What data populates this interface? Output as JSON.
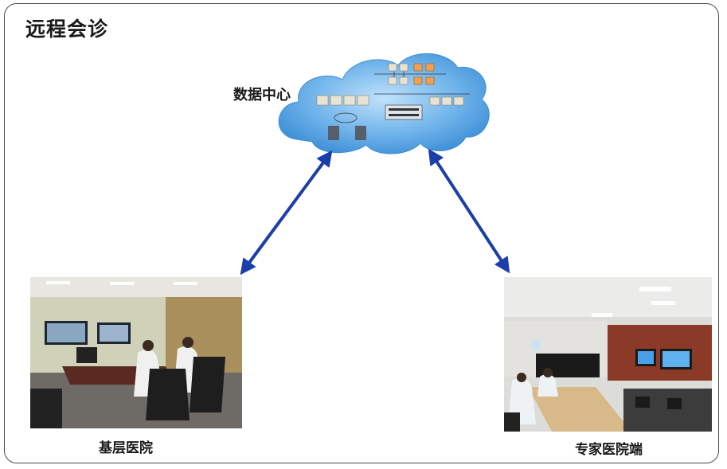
{
  "title": "远程会诊",
  "data_center": {
    "label": "数据中心"
  },
  "sites": {
    "local": {
      "label": "基层医院"
    },
    "expert": {
      "label": "专家医院端"
    }
  },
  "colors": {
    "arrow": "#1b3fa8",
    "cloud": "#3d8fd6",
    "frame": "#4a4a4a"
  }
}
